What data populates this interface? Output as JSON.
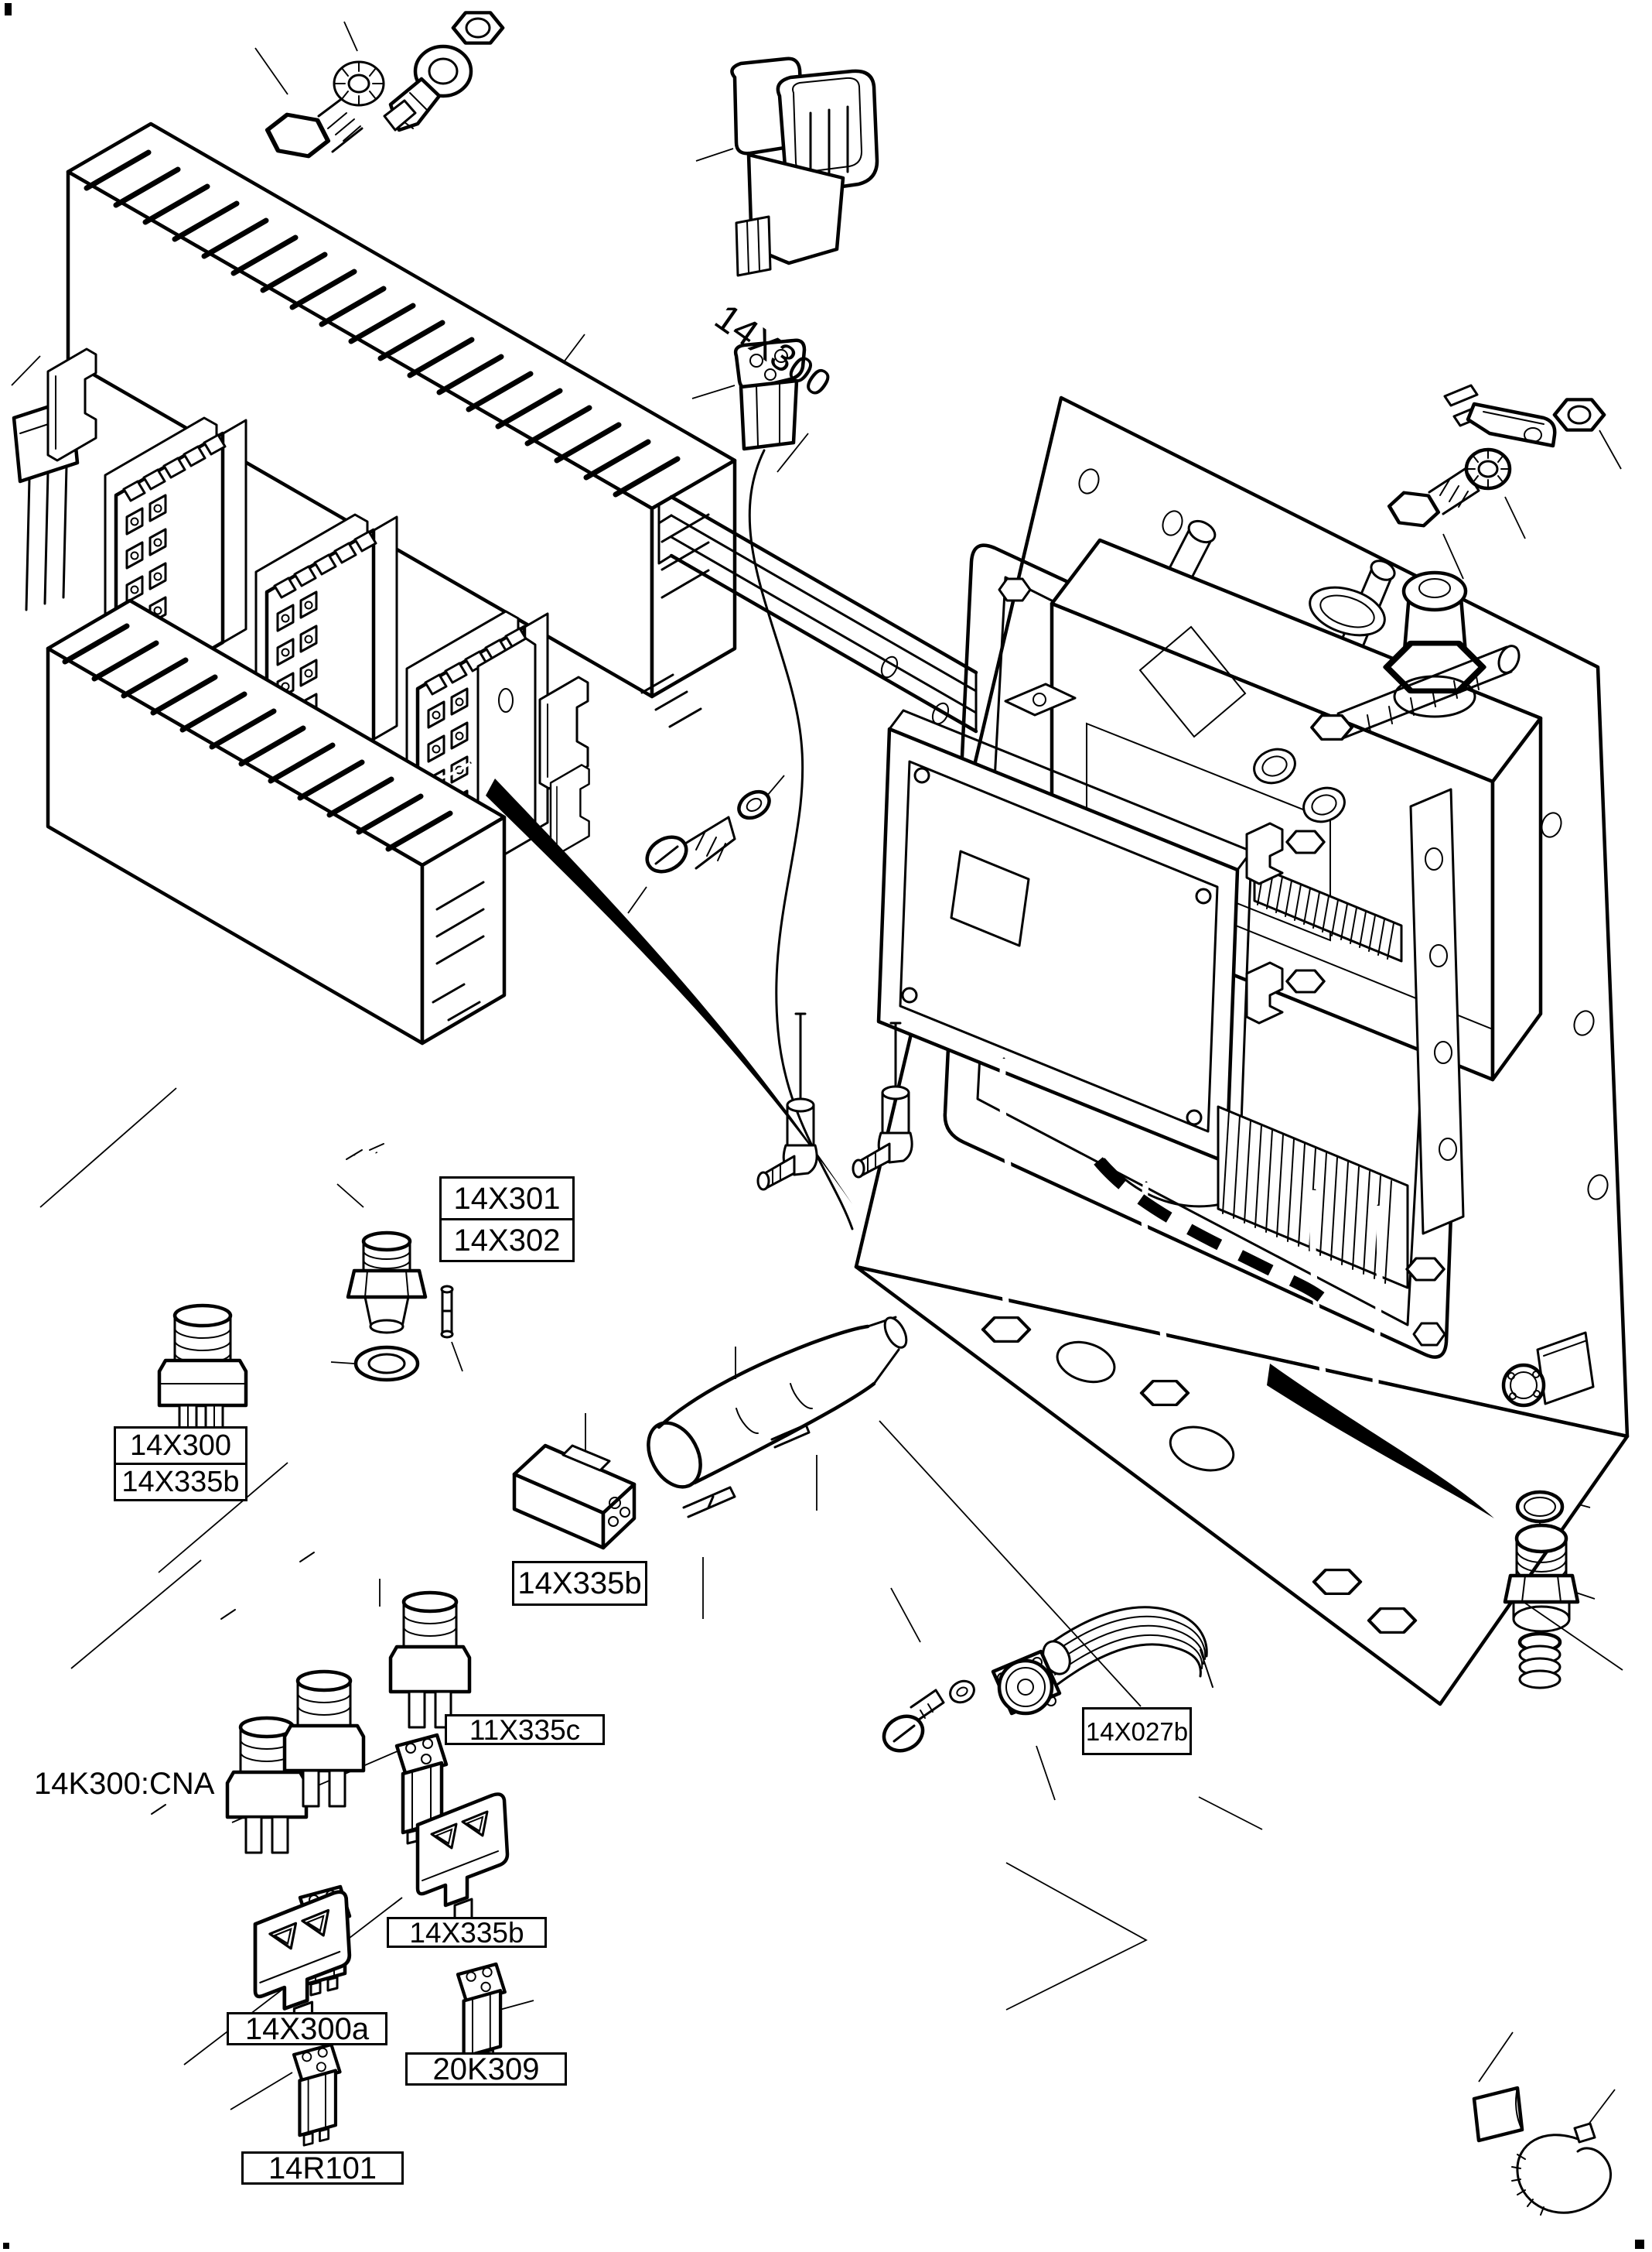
{
  "page": {
    "paper_color": "#ffffff",
    "ink_color": "#000000",
    "type": "exploded-parts-diagram"
  },
  "labels": {
    "connector_rotated": "14X300",
    "probe_pair_row1": "14X301",
    "probe_pair_row2": "14X302",
    "sensor_pair_row1": "14X300",
    "sensor_pair_row2": "14X335b",
    "connector_kit": "14X335b",
    "plug_small": "11X335c",
    "harness": "14K300:CNA",
    "plug_mid": "14X335b",
    "receptacle": "14X300a",
    "plug_20k309": "20K309",
    "plug_14r101": "14R101",
    "panel_connector": "14X027b"
  }
}
